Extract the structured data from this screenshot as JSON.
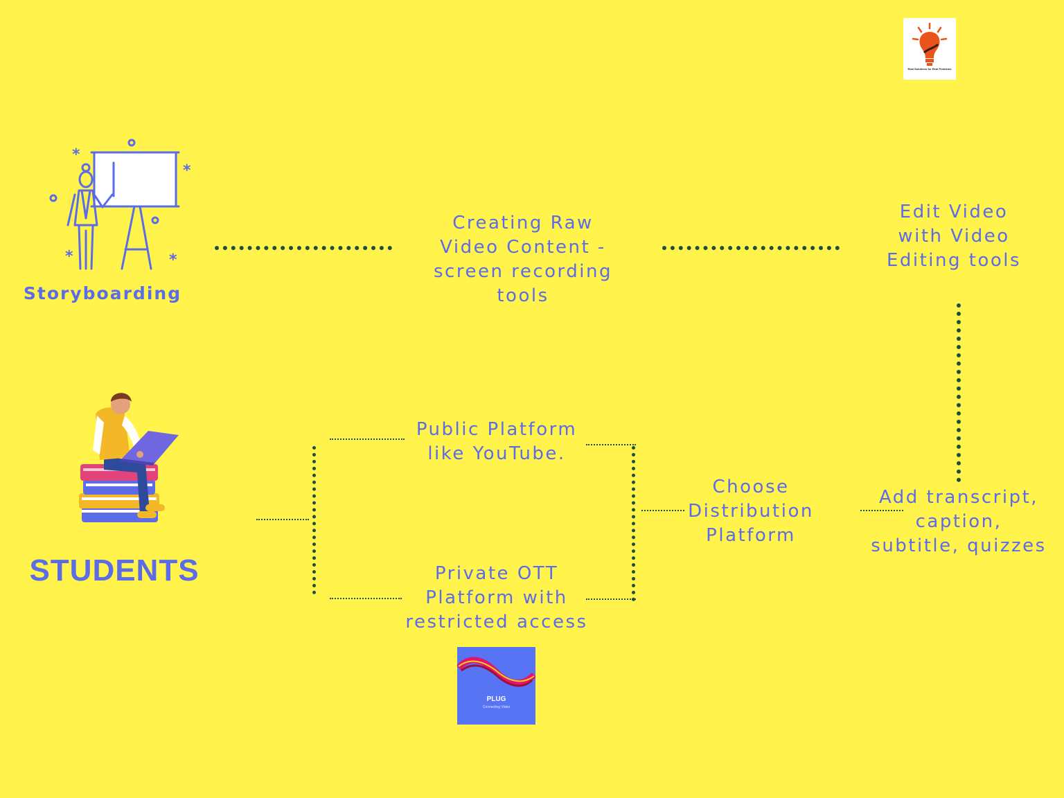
{
  "colors": {
    "background": "#FFF34C",
    "accent": "#5B6CE6",
    "connector": "#1F4E3D"
  },
  "logo": {
    "tagline": "Real Solutions for Real Problems"
  },
  "nodes": {
    "storyboarding": "Storyboarding",
    "raw_video": "Creating Raw\nVideo Content -\nscreen recording\ntools",
    "edit_video": "Edit Video\nwith Video\nEditing tools",
    "add_transcript": "Add transcript,\ncaption,\nsubtitle, quizzes",
    "choose_platform": "Choose\nDistribution\nPlatform",
    "public_platform": "Public Platform\nlike YouTube.",
    "private_platform": "Private OTT\nPlatform with\nrestricted access",
    "students": "STUDENTS"
  },
  "plug_logo": {
    "title": "PLUG",
    "subtitle": "Connecting Video"
  }
}
